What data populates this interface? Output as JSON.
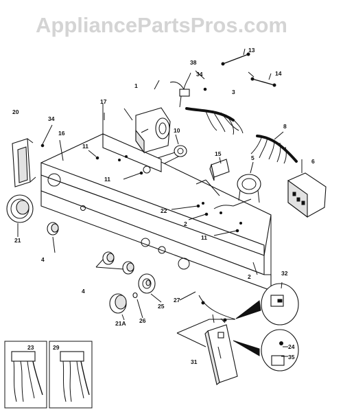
{
  "watermark": "AppliancePartsPros.com",
  "callouts": {
    "c1": "1",
    "c2a": "2",
    "c2b": "2",
    "c3": "3",
    "c4a": "4",
    "c4b": "4",
    "c5": "5",
    "c6": "6",
    "c8": "8",
    "c10": "10",
    "c11a": "11",
    "c11b": "11",
    "c11c": "11",
    "c13": "13",
    "c14": "14",
    "c15": "15",
    "c16": "16",
    "c17": "17",
    "c20": "20",
    "c21": "21",
    "c21a": "21A",
    "c22": "22",
    "c23": "23",
    "c24": "24",
    "c25": "25",
    "c26": "26",
    "c27": "27",
    "c29": "29",
    "c31": "31",
    "c32": "32",
    "c34a": "34",
    "c34b": "34",
    "c35": "35",
    "c38": "38"
  }
}
